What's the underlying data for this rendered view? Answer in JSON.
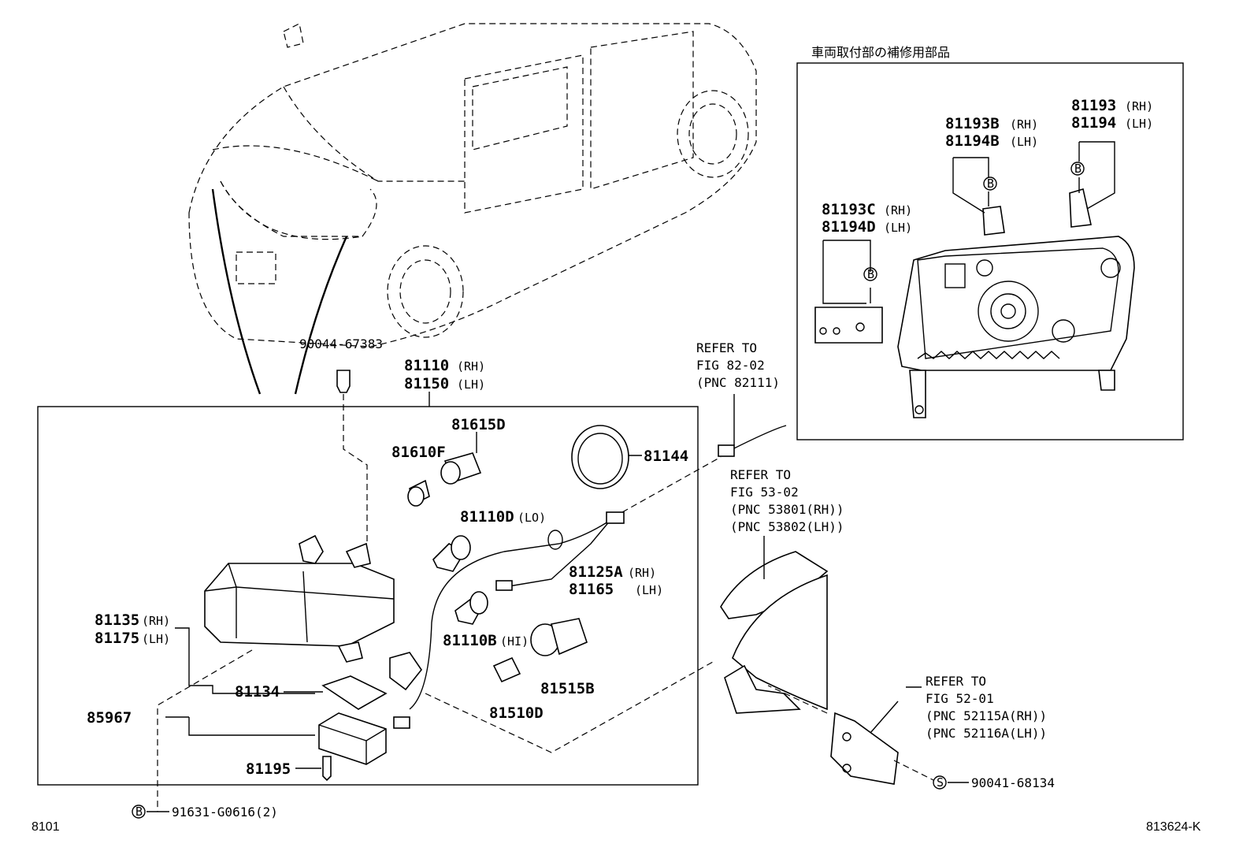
{
  "inset": {
    "title": "車両取付部の補修用部品",
    "labels": {
      "p81193": "81193",
      "p81193_side": "(RH)",
      "p81194": "81194",
      "p81194_side": "(LH)",
      "p81193B": "81193B",
      "p81193B_side": "(RH)",
      "p81194B": "81194B",
      "p81194B_side": "(LH)",
      "p81193C": "81193C",
      "p81193C_side": "(RH)",
      "p81194D": "81194D",
      "p81194D_side": "(LH)",
      "b_marker": "B"
    }
  },
  "main": {
    "clip_top": "90044-67383",
    "lamp_assy_rh": "81110",
    "lamp_assy_rh_side": "(RH)",
    "lamp_assy_lh": "81150",
    "lamp_assy_lh_side": "(LH)",
    "socket_81615D": "81615D",
    "bulb_81610F": "81610F",
    "cover_81144": "81144",
    "bulb_81110D": "81110D",
    "bulb_81110D_side": "(LO)",
    "wire_81125A": "81125A",
    "wire_81125A_side": "(RH)",
    "wire_81165": "81165",
    "wire_81165_side": "(LH)",
    "unit_81135": "81135",
    "unit_81135_side": "(RH)",
    "unit_81175": "81175",
    "unit_81175_side": "(LH)",
    "bulb_81110B": "81110B",
    "bulb_81110B_side": "(HI)",
    "socket_81515B": "81515B",
    "bulb_81510D": "81510D",
    "gasket_81134": "81134",
    "computer_85967": "85967",
    "screw_81195": "81195",
    "bolt_b": "91631-G0616(2)",
    "b_marker": "B"
  },
  "refs": {
    "ref1": [
      "REFER TO",
      "FIG 82-02",
      "(PNC 82111)"
    ],
    "ref2": [
      "REFER TO",
      "FIG 53-02",
      "(PNC 53801(RH))",
      "(PNC 53802(LH))"
    ],
    "ref3": [
      "REFER TO",
      "FIG 52-01",
      "(PNC 52115A(RH))",
      "(PNC 52116A(LH))"
    ],
    "screw_s": "90041-68134",
    "s_marker": "S"
  },
  "footer": {
    "left_code": "8101",
    "right_code": "813624-K"
  }
}
